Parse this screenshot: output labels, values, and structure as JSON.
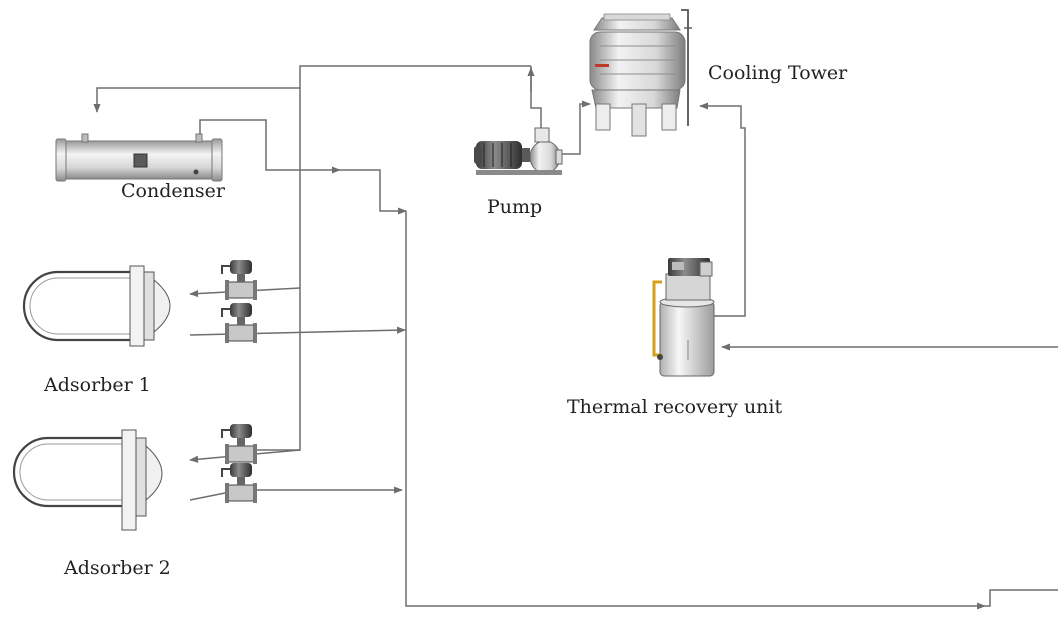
{
  "labels": {
    "cooling_tower": "Cooling Tower",
    "condenser": "Condenser",
    "pump": "Pump",
    "thermal_recovery_unit": "Thermal recovery unit",
    "adsorber_1": "Adsorber 1",
    "adsorber_2": "Adsorber 2"
  },
  "colors": {
    "pipe": "#6e6e6e",
    "metal_light": "#eeeeee",
    "metal_dark": "#9a9a9a",
    "accent_red": "#c0392b",
    "accent_yellow": "#d4a017"
  }
}
